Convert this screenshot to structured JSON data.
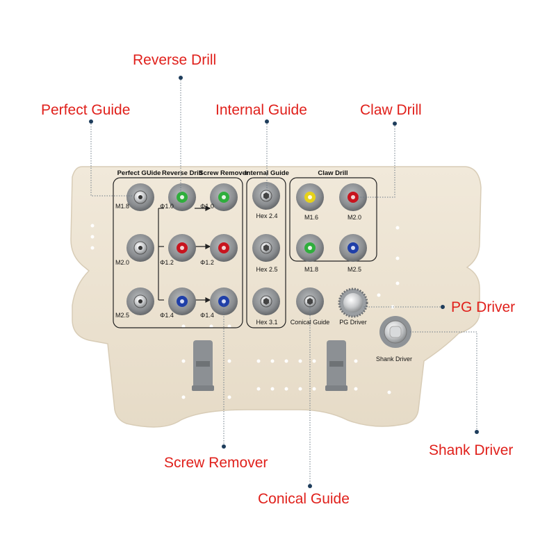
{
  "callouts": {
    "perfect_guide": "Perfect Guide",
    "reverse_drill": "Reverse Drill",
    "internal_guide": "Internal Guide",
    "claw_drill": "Claw Drill",
    "pg_driver": "PG Driver",
    "shank_driver": "Shank Driver",
    "screw_remover": "Screw Remover",
    "conical_guide": "Conical Guide"
  },
  "tray": {
    "headers": {
      "perfect_guide": "Perfect GUide",
      "reverse_drill": "Reverse Drill",
      "screw_remover": "Screw Remover",
      "internal_guide": "Internal Guide",
      "claw_drill": "Claw Drill"
    },
    "labels": {
      "m18_left": "M1.8",
      "m20_left": "M2.0",
      "m25_left": "M2.5",
      "phi10_a": "Φ1.0",
      "phi10_b": "Φ1.0",
      "phi12_a": "Φ1.2",
      "phi12_b": "Φ1.2",
      "phi14_a": "Φ1.4",
      "phi14_b": "Φ1.4",
      "hex24": "Hex 2.4",
      "hex25": "Hex 2.5",
      "hex31": "Hex 3.1",
      "claw_m16": "M1.6",
      "claw_m20": "M2.0",
      "claw_m18": "M1.8",
      "claw_m25": "M2.5",
      "conical_guide": "Conical Guide",
      "pg_driver": "PG Driver",
      "shank_driver": "Shank Driver"
    }
  },
  "colors": {
    "callout_text": "#e0201b",
    "leader_line": "#6b7a86",
    "tray": "#ede4d4",
    "green": "#2fae3c",
    "red": "#c8141e",
    "blue": "#1f3fa8",
    "yellow": "#e6d21a",
    "gray_socket": "#8a8d90"
  }
}
